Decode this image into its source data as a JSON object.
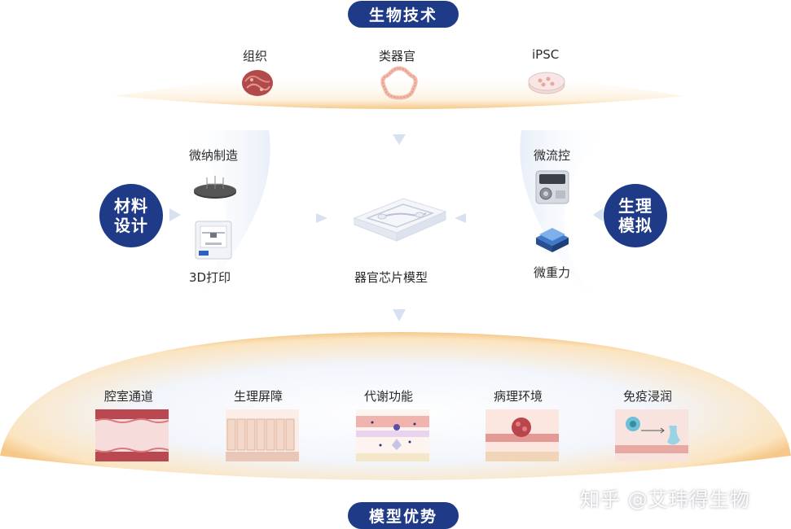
{
  "header": {
    "title": "生物技术"
  },
  "footer": {
    "title": "模型优势"
  },
  "biotech_items": [
    {
      "label": "组织",
      "icon": "tissue-icon"
    },
    {
      "label": "类器官",
      "icon": "organoid-icon"
    },
    {
      "label": "iPSC",
      "icon": "petri-dish-icon"
    }
  ],
  "left": {
    "circle_line1": "材料",
    "circle_line2": "设计",
    "item1": "微纳制造",
    "item2": "3D打印"
  },
  "right": {
    "circle_line1": "生理",
    "circle_line2": "模拟",
    "item1": "微流控",
    "item2": "微重力"
  },
  "center": {
    "label": "器官芯片模型"
  },
  "advantages": [
    {
      "label": "腔室通道",
      "icon": "lumen-channel-icon"
    },
    {
      "label": "生理屏障",
      "icon": "barrier-icon"
    },
    {
      "label": "代谢功能",
      "icon": "metabolism-icon"
    },
    {
      "label": "病理环境",
      "icon": "pathology-icon"
    },
    {
      "label": "免疫浸润",
      "icon": "immune-infiltration-icon"
    }
  ],
  "watermark": "知乎 @艾玮得生物",
  "colors": {
    "navy": "#1f3a87",
    "arc": "#f7ddb0",
    "arrow": "#dce6f4"
  }
}
